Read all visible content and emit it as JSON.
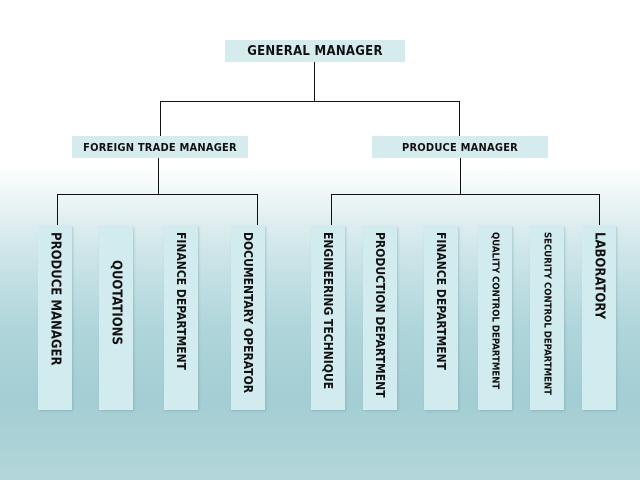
{
  "chart": {
    "root": "GENERAL MANAGER",
    "left_branch": "FOREIGN TRADE MANAGER",
    "right_branch": "PRODUCE MANAGER",
    "left_children": [
      "PRODUCE  MANAGER",
      "QUOTATIONS",
      "FINANCE DEPARTMENT",
      "DOCUMENTARY  OPERATOR"
    ],
    "right_children": [
      "ENGINEERING  TECHNIQUE",
      "PRODUCTION DEPARTMENT",
      "FINANCE  DEPARTMENT",
      "QUALITY CONTROL DEPARTMENT",
      "SECURITY CONTROL DEPARTMENT",
      "LABORATORY"
    ]
  },
  "colors": {
    "box_fill": "#d5ebee",
    "line": "#111111",
    "background_bottom": "#a3ced3"
  }
}
